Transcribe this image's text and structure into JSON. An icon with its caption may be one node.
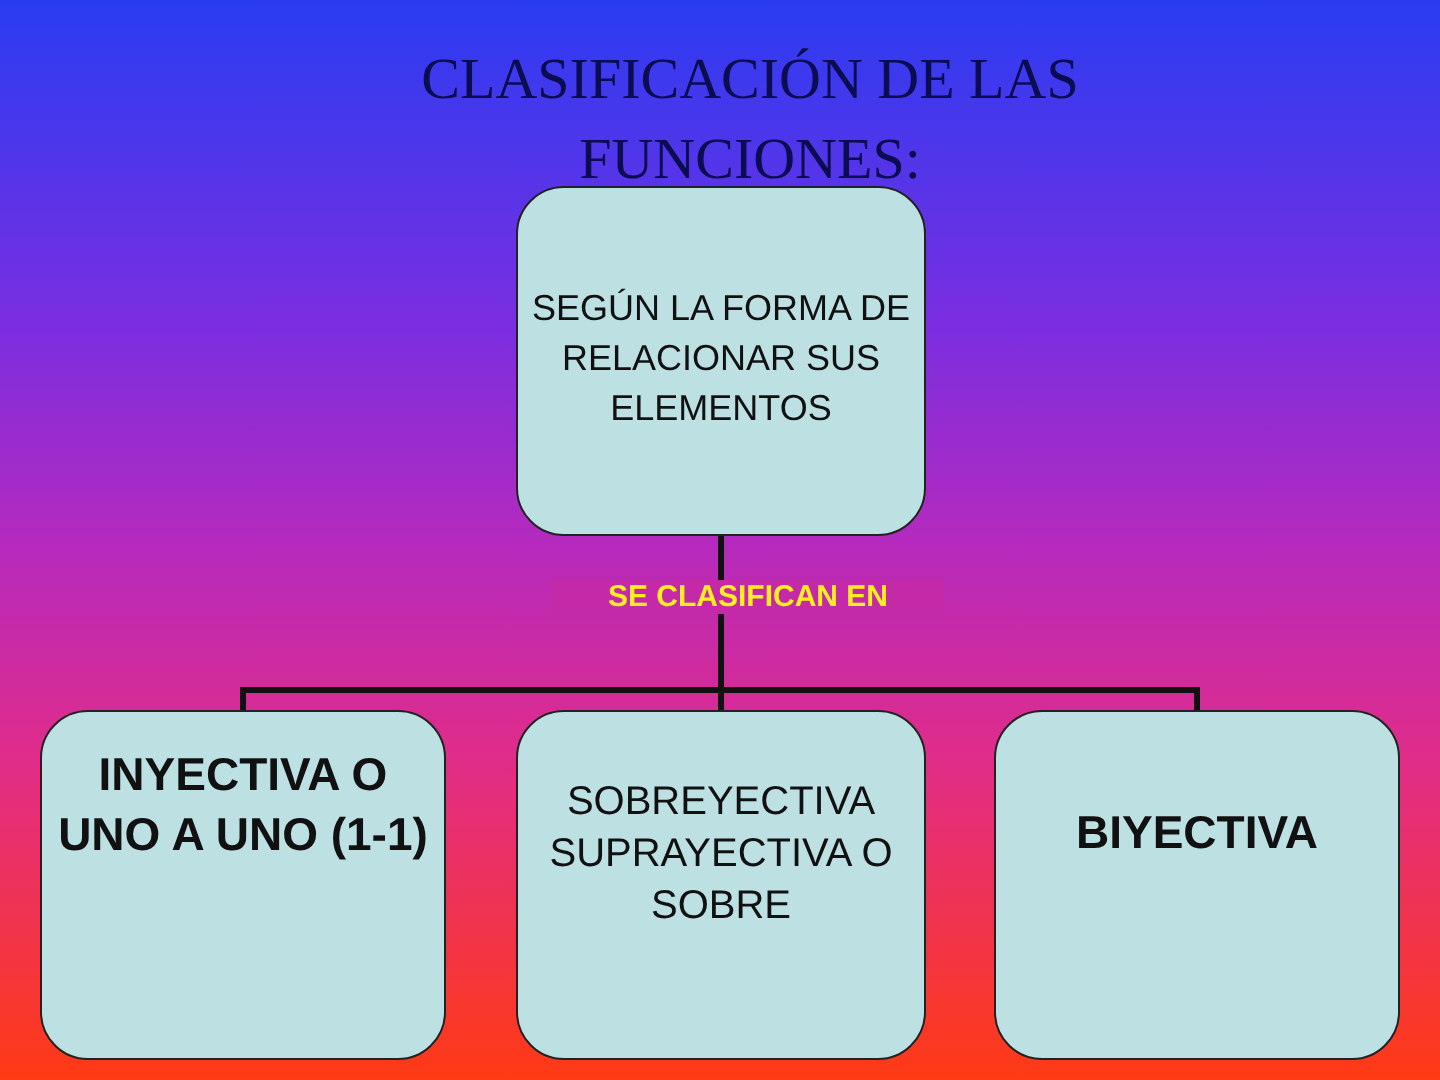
{
  "diagram": {
    "title": "CLASIFICACIÓN DE LAS FUNCIONES:",
    "nodes": [
      {
        "text": [
          "SEGÚN LA FORMA DE RELACIONAR SUS ELEMENTOS"
        ]
      },
      {
        "text": [
          "INYECTIVA O UNO A UNO (1-1)"
        ]
      },
      {
        "text": [
          "SOBREYECTIVA SUPRAYECTIVA O SOBRE"
        ]
      },
      {
        "text": [
          "BIYECTIVA"
        ]
      }
    ],
    "edges": [
      {
        "from": 0,
        "to": 1,
        "arrow": "none"
      },
      {
        "from": 0,
        "to": 2,
        "arrow": "none",
        "label": "SE CLASIFICAN EN"
      },
      {
        "from": 0,
        "to": 3,
        "arrow": "none"
      }
    ]
  }
}
